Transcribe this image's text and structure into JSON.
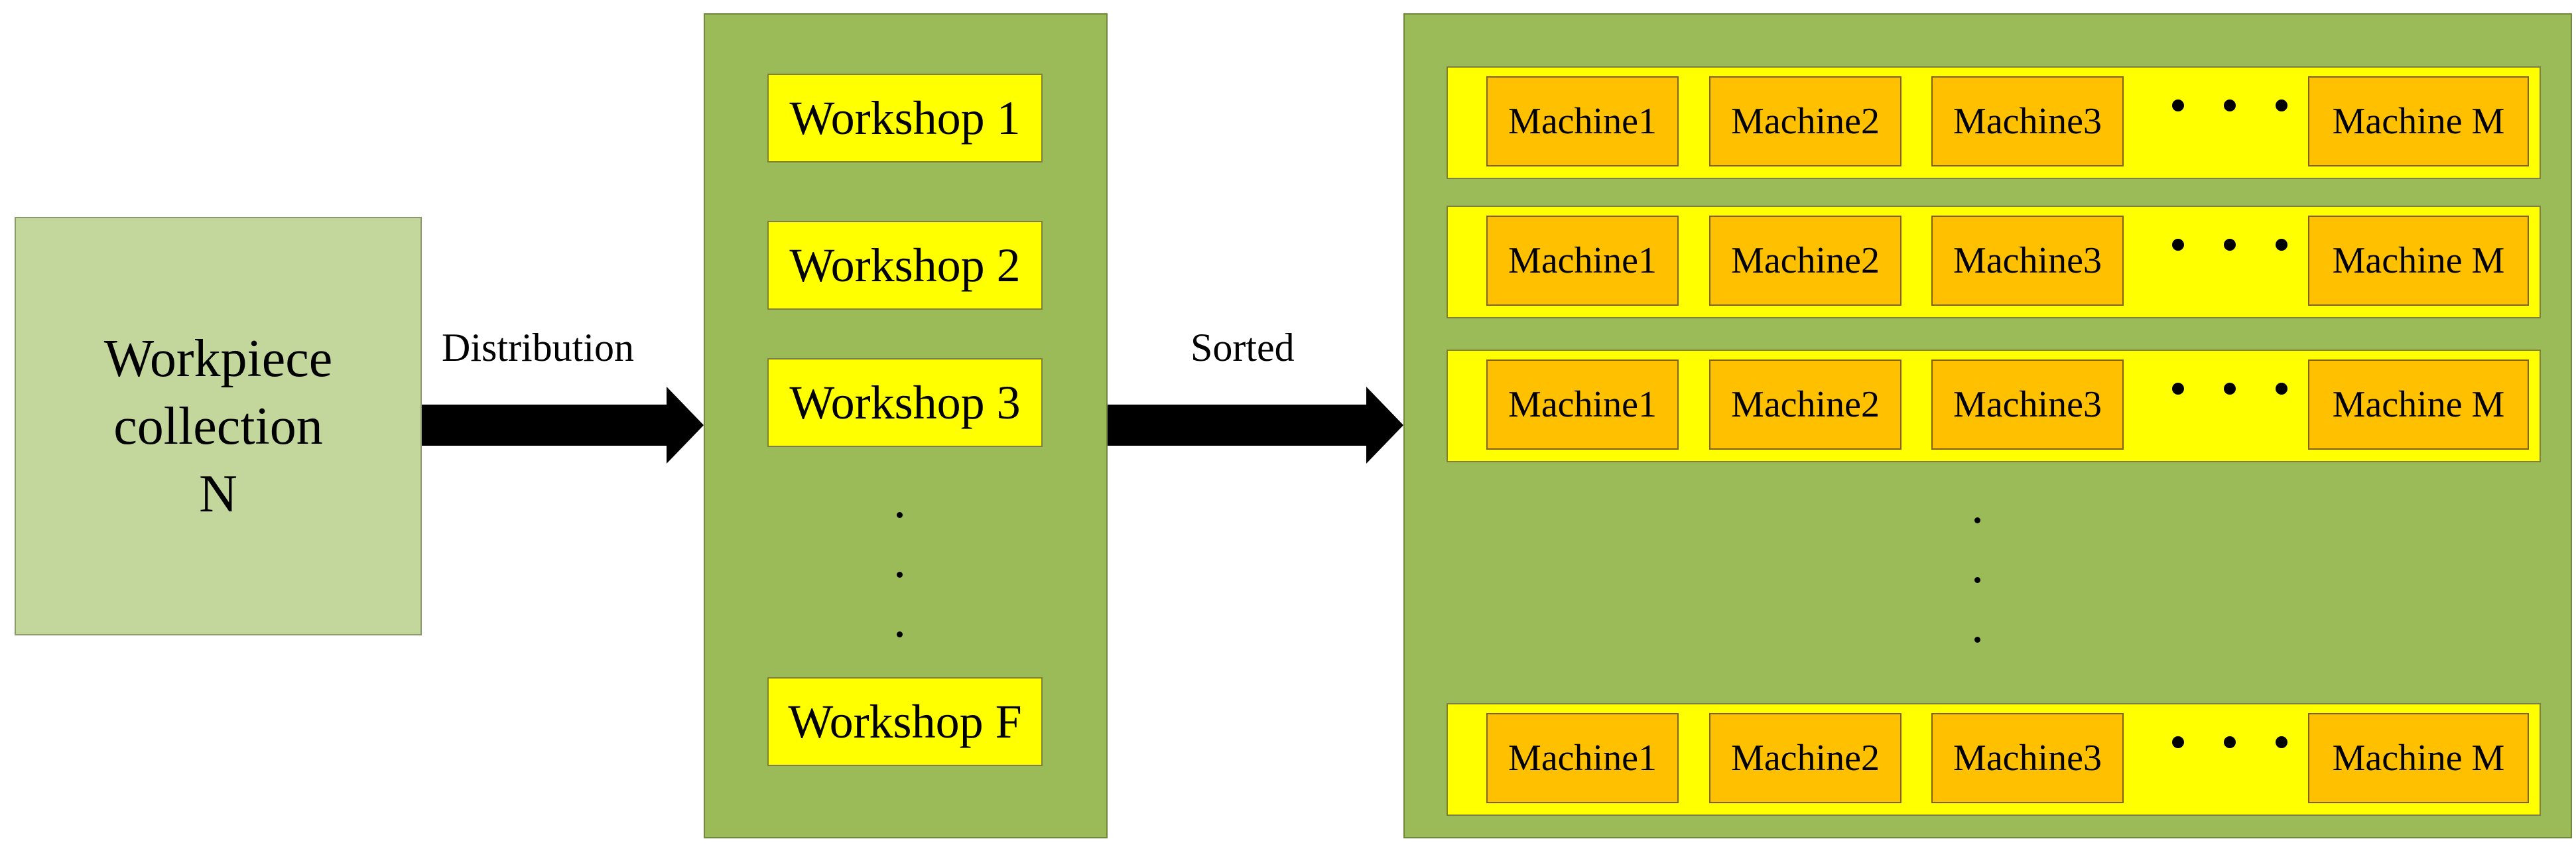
{
  "colors": {
    "workpiece_fill": "#c3d69b",
    "panel_fill": "#9bbb59",
    "workshop_fill": "#ffff00",
    "machine_row_fill": "#ffff00",
    "machine_fill": "#ffc000",
    "arrow": "#000000"
  },
  "workpiece": {
    "lines": [
      "Workpiece",
      "collection",
      "N"
    ]
  },
  "arrows": {
    "distribution_label": "Distribution",
    "sorted_label": "Sorted"
  },
  "workshops": [
    {
      "label": "Workshop 1"
    },
    {
      "label": "Workshop 2"
    },
    {
      "label": "Workshop 3"
    },
    {
      "label": "Workshop F"
    }
  ],
  "machine_rows": [
    {
      "machines": [
        "Machine1",
        "Machine2",
        "Machine3"
      ],
      "last": "Machine M"
    },
    {
      "machines": [
        "Machine1",
        "Machine2",
        "Machine3"
      ],
      "last": "Machine M"
    },
    {
      "machines": [
        "Machine1",
        "Machine2",
        "Machine3"
      ],
      "last": "Machine M"
    },
    {
      "machines": [
        "Machine1",
        "Machine2",
        "Machine3"
      ],
      "last": "Machine M"
    }
  ]
}
